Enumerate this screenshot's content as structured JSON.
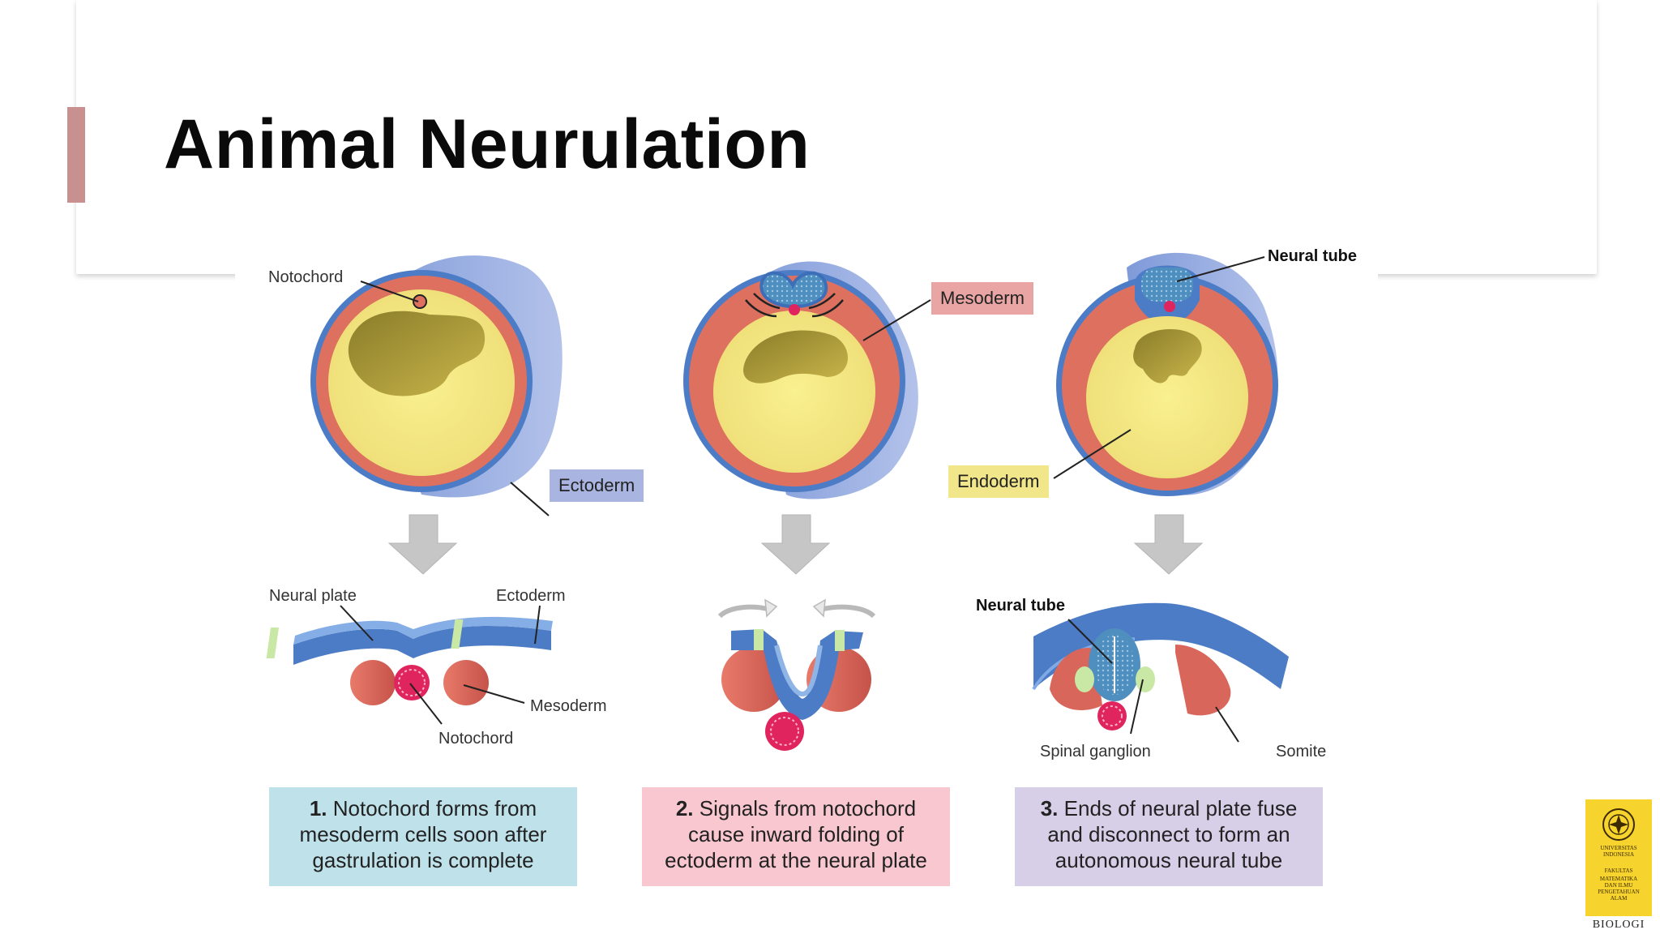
{
  "slide": {
    "title": "Animal Neurulation",
    "accent_color": "#c8908f"
  },
  "diagram": {
    "stage1_labels": {
      "notochord_top": "Notochord",
      "ectoderm_box": "Ectoderm",
      "neural_plate": "Neural plate",
      "ectoderm_plate": "Ectoderm",
      "mesoderm": "Mesoderm",
      "notochord_bottom": "Notochord"
    },
    "stage2_labels": {
      "mesoderm_box": "Mesoderm"
    },
    "stage3_labels": {
      "neural_tube_top": "Neural tube",
      "endoderm_box": "Endoderm",
      "neural_tube_bottom": "Neural tube",
      "spinal_ganglion": "Spinal ganglion",
      "somite": "Somite"
    },
    "captions": [
      {
        "number": "1.",
        "line1": "Notochord forms from",
        "line2": "mesoderm cells soon after",
        "line3": "gastrulation is complete"
      },
      {
        "number": "2.",
        "line1": "Signals from notochord",
        "line2": "cause inward folding of",
        "line3": "ectoderm at the neural plate"
      },
      {
        "number": "3.",
        "line1": "Ends of neural plate fuse",
        "line2": "and disconnect to form an",
        "line3": "autonomous neural tube"
      }
    ],
    "colors": {
      "ectoderm": "#6f8fd0",
      "mesoderm": "#de7060",
      "endoderm": "#f7ec8a",
      "notochord": "#e0245e",
      "arrow": "#c6c6c6"
    }
  },
  "logo": {
    "line1": "UNIVERSITAS",
    "line2": "INDONESIA",
    "line3": "FAKULTAS",
    "line4": "MATEMATIKA",
    "line5": "DAN ILMU",
    "line6": "PENGETAHUAN",
    "line7": "ALAM",
    "bottom": "BIOLOGI"
  }
}
